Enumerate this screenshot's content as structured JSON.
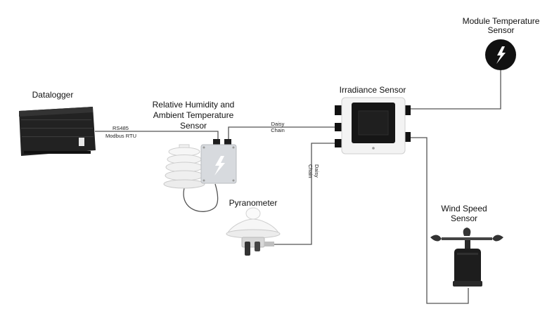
{
  "labels": {
    "datalogger": "Datalogger",
    "rh_sensor": [
      "Relative Humidity and",
      "Ambient Temperature",
      "Sensor"
    ],
    "irradiance": "Irradiance Sensor",
    "module_temp": [
      "Module Temperature",
      "Sensor"
    ],
    "pyranometer": "Pyranometer",
    "wind_speed": [
      "Wind Speed",
      "Sensor"
    ]
  },
  "connections": {
    "rs485": "RS485",
    "modbus": "Modbus RTU",
    "daisy_chain_1": [
      "Daisy",
      "Chain"
    ],
    "daisy_chain_2": [
      "Daisy",
      "Chain"
    ]
  },
  "icons": {
    "lightning": "lightning-bolt-icon"
  },
  "colors": {
    "device_dark": "#1b1b1b",
    "device_gray": "#d6d9dc",
    "cable": "#555555"
  }
}
